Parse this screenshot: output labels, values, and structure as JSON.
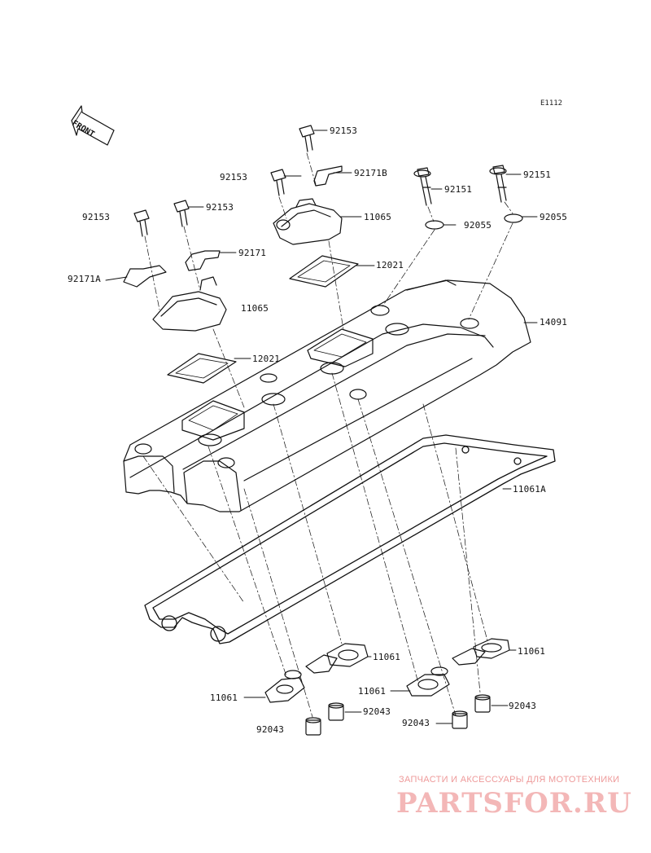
{
  "diagram_ref": "E1112",
  "front_label": "FRONT",
  "labels": [
    {
      "id": "92153-a",
      "text": "92153"
    },
    {
      "id": "92171B",
      "text": "92171B"
    },
    {
      "id": "92153-b",
      "text": "92153"
    },
    {
      "id": "92151-a",
      "text": "92151"
    },
    {
      "id": "92151-b",
      "text": "92151"
    },
    {
      "id": "92153-c",
      "text": "92153"
    },
    {
      "id": "92153-d",
      "text": "92153"
    },
    {
      "id": "11065-a",
      "text": "11065"
    },
    {
      "id": "92055-a",
      "text": "92055"
    },
    {
      "id": "92055-b",
      "text": "92055"
    },
    {
      "id": "92171",
      "text": "92171"
    },
    {
      "id": "12021-a",
      "text": "12021"
    },
    {
      "id": "92171A",
      "text": "92171A"
    },
    {
      "id": "11065-b",
      "text": "11065"
    },
    {
      "id": "14091",
      "text": "14091"
    },
    {
      "id": "12021-b",
      "text": "12021"
    },
    {
      "id": "11061A",
      "text": "11061A"
    },
    {
      "id": "11061-a",
      "text": "11061"
    },
    {
      "id": "11061-b",
      "text": "11061"
    },
    {
      "id": "11061-c",
      "text": "11061"
    },
    {
      "id": "11061-d",
      "text": "11061"
    },
    {
      "id": "92043-a",
      "text": "92043"
    },
    {
      "id": "92043-b",
      "text": "92043"
    },
    {
      "id": "92043-c",
      "text": "92043"
    },
    {
      "id": "92043-d",
      "text": "92043"
    }
  ],
  "watermark": {
    "tagline": "ЗАПЧАСТИ И АКСЕССУАРЫ ДЛЯ МОТОТЕХНИКИ",
    "logo": "PARTSFOR.RU",
    "color": "#f0a0a0"
  }
}
